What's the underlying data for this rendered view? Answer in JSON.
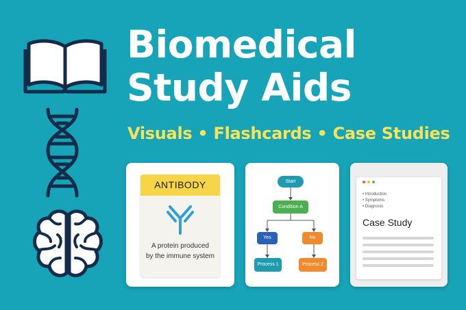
{
  "header": {
    "title_line1": "Biomedical",
    "title_line2": "Study Aids",
    "subtitle": "Visuals • Flashcards • Case Studies"
  },
  "icons": [
    "open-book-icon",
    "dna-icon",
    "brain-icon"
  ],
  "flashcard": {
    "heading": "ANTIBODY",
    "icon": "antibody-icon",
    "description_line1": "A protein produced",
    "description_line2": "by the immune system"
  },
  "flowchart": {
    "start": "Start",
    "condition": "Condition A",
    "yes": "Yes",
    "no": "No",
    "process1": "Process 1",
    "process2": "Process 2"
  },
  "case_study": {
    "bullets": [
      "Introduction",
      "Symptoms",
      "Diagnosis"
    ],
    "title": "Case Study"
  },
  "colors": {
    "background": "#17a3b8",
    "title": "#ffffff",
    "subtitle": "#f6e35a",
    "flashcard_header": "#f7d548",
    "antibody": "#2f9fd8",
    "flow_teal": "#1f9bb0",
    "flow_green": "#4cb050",
    "flow_blue": "#2a62b8",
    "flow_orange": "#f08a2c",
    "icon_stroke": "#142c4a"
  }
}
